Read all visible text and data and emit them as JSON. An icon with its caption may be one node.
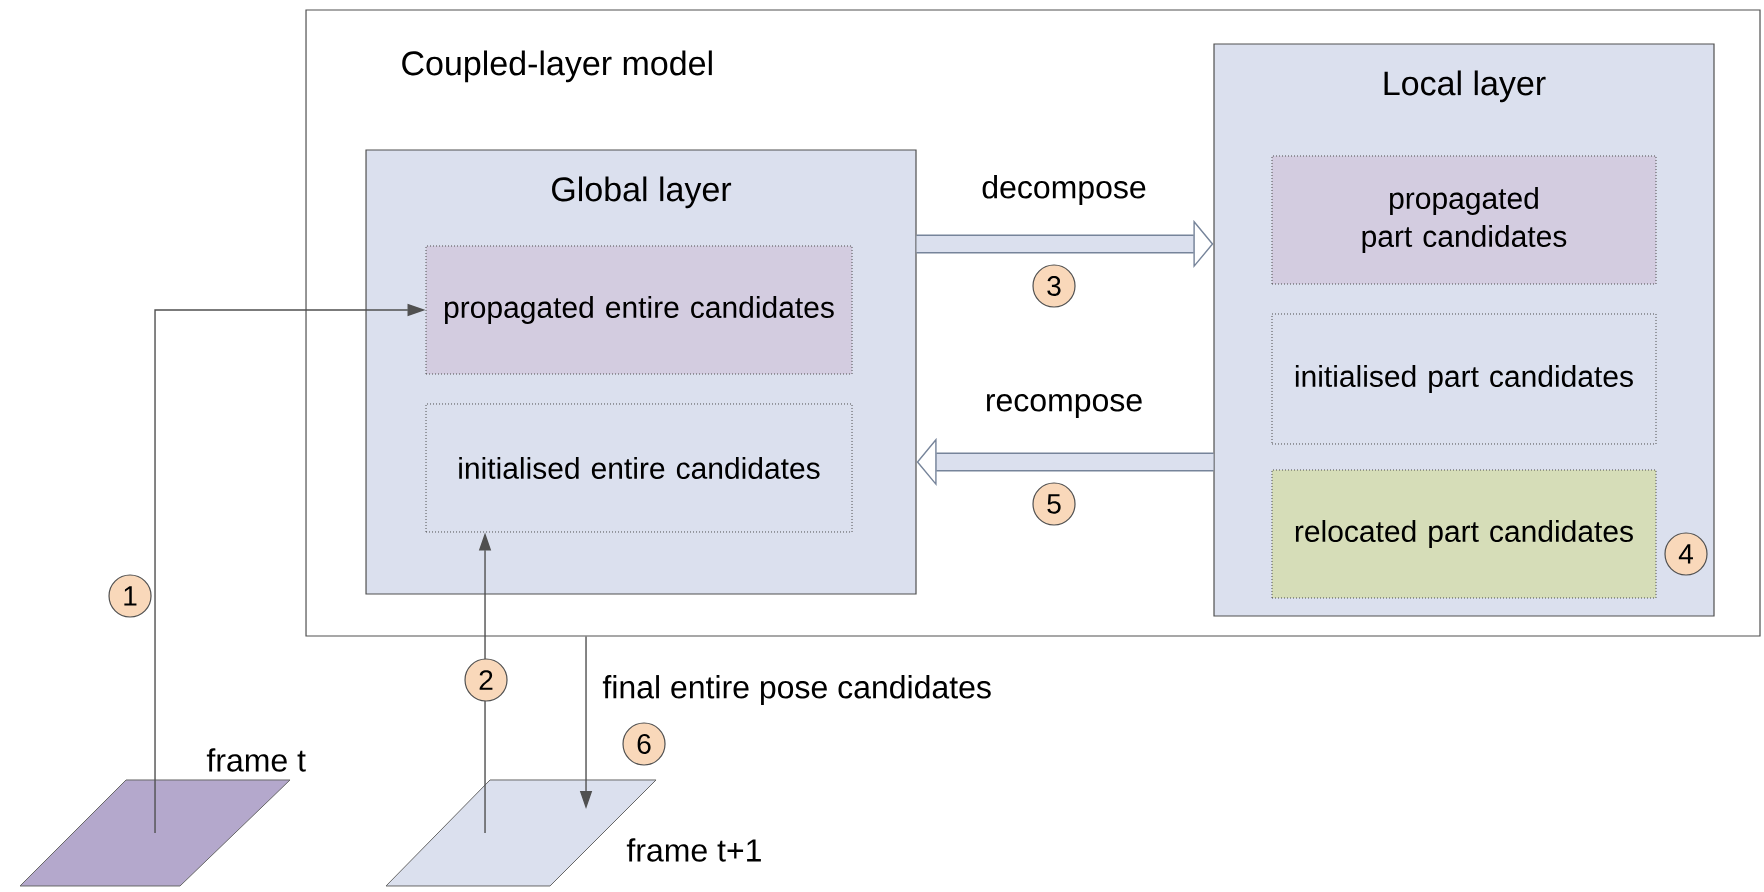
{
  "diagram": {
    "nodes": [
      {
        "text": [
          "Coupled-layer model"
        ]
      },
      {
        "text": [
          "Global layer"
        ],
        "in": 0
      },
      {
        "text": [
          "propagated entire candidates"
        ],
        "in": 1
      },
      {
        "text": [
          "initialised entire candidates"
        ],
        "in": 1
      },
      {
        "text": [
          "Local layer"
        ],
        "in": 0
      },
      {
        "text": [
          "propagated part candidates"
        ],
        "in": 4
      },
      {
        "text": [
          "initialised part candidates"
        ],
        "in": 4
      },
      {
        "text": [
          "relocated part candidates"
        ],
        "in": 4,
        "beside": [
          "4"
        ]
      },
      {
        "text": [
          "frame t"
        ]
      },
      {
        "text": [
          "frame t+1"
        ]
      }
    ],
    "edges": [
      {
        "from": 8,
        "to": 2,
        "arrow": "to"
      },
      {
        "from": 9,
        "to": 3,
        "arrow": "to"
      },
      {
        "from": 1,
        "to": 4,
        "arrow": "to",
        "label": "decompose",
        "style": "thick"
      },
      {
        "from": 4,
        "to": 1,
        "arrow": "to",
        "label": "recompose",
        "style": "thick"
      },
      {
        "from": 0,
        "to": 9,
        "arrow": "to",
        "label": "final entire pose candidates"
      }
    ],
    "labels": [
      "1",
      "2",
      "3",
      "5",
      "6"
    ]
  }
}
